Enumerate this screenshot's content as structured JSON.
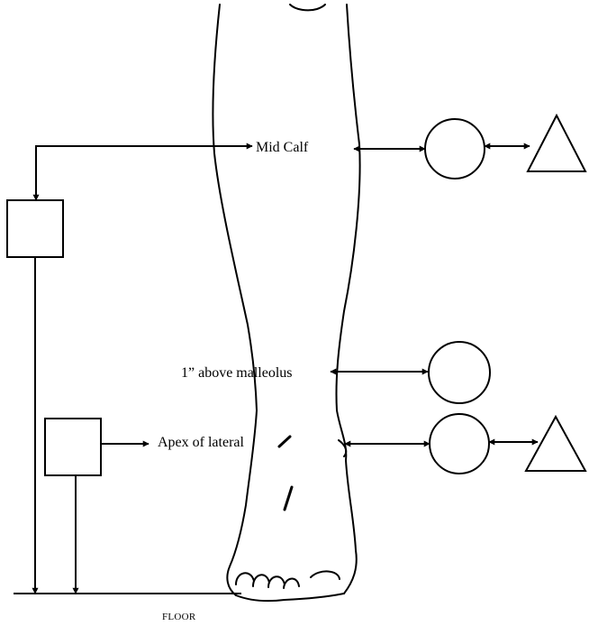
{
  "labels": {
    "mid_calf": "Mid Calf",
    "above_malleolus": "1” above malleolus",
    "apex_lateral": "Apex of lateral",
    "floor": "FLOOR"
  },
  "colors": {
    "stroke": "#000000",
    "background": "#ffffff"
  },
  "shapes": {
    "squares": 2,
    "circles": 3,
    "triangles": 2
  }
}
